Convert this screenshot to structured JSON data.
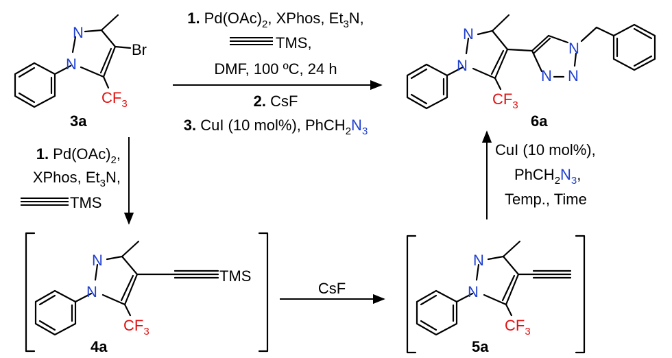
{
  "compounds": {
    "c3a": {
      "label": "3a",
      "atoms": {
        "n1": "N",
        "n2": "N",
        "br": "Br",
        "cf3": "CF",
        "cf3_sub": "3"
      }
    },
    "c6a": {
      "label": "6a",
      "atoms": {
        "n1": "N",
        "n2": "N",
        "tn1": "N",
        "tn2": "N",
        "tn3": "N",
        "cf3": "CF",
        "cf3_sub": "3"
      }
    },
    "c4a": {
      "label": "4a",
      "atoms": {
        "n1": "N",
        "n2": "N",
        "tms": "TMS",
        "cf3": "CF",
        "cf3_sub": "3"
      }
    },
    "c5a": {
      "label": "5a",
      "atoms": {
        "n1": "N",
        "n2": "N",
        "cf3": "CF",
        "cf3_sub": "3"
      }
    }
  },
  "top_arrow": {
    "line1": {
      "num": "1.",
      "a": " Pd(OAc)",
      "a_sub": "2",
      "b": ", XPhos, Et",
      "b_sub": "3",
      "c": "N,"
    },
    "line2": {
      "tms": "TMS,"
    },
    "line3": "DMF, 100 ºC, 24 h",
    "line4": {
      "num": "2.",
      "text": " CsF"
    },
    "line5": {
      "num": "3.",
      "text": " CuI (10 mol%), PhCH",
      "sub": "2",
      "azide": "N",
      "azide_sub": "3"
    }
  },
  "left_arrow": {
    "line1": {
      "num": "1.",
      "text": " Pd(OAc)",
      "sub": "2",
      "tail": ","
    },
    "line2": {
      "a": "XPhos, Et",
      "sub": "3",
      "b": "N,"
    },
    "line3": {
      "tms": "TMS"
    }
  },
  "bottom_arrow": {
    "text": "CsF"
  },
  "right_arrow": {
    "line1": "CuI (10 mol%),",
    "line2": {
      "a": "PhCH",
      "sub": "2",
      "azide": "N",
      "azide_sub": "3",
      "tail": ","
    },
    "line3": "Temp., Time"
  }
}
